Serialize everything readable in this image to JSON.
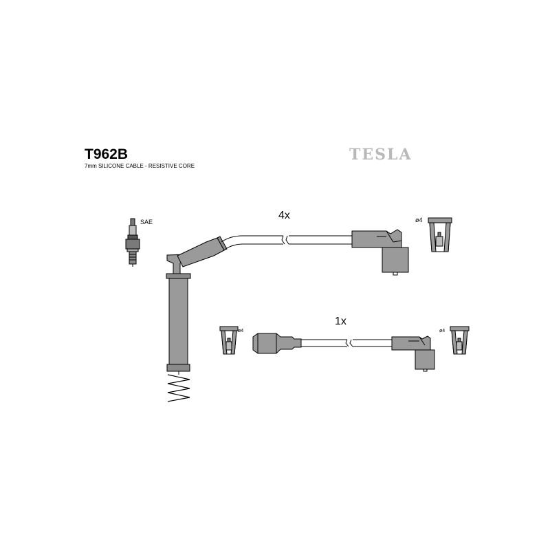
{
  "header": {
    "part_number": "T962B",
    "description": "7mm SILICONE CABLE - RESISTIVE CORE",
    "brand": "TESLA"
  },
  "labels": {
    "spark_plug_type": "SAE",
    "set_a_quantity": "4x",
    "set_b_quantity": "1x",
    "terminal_a_diameter": "ø4",
    "terminal_b_left_diameter": "ø4",
    "terminal_b_right_diameter": "ø4"
  },
  "colors": {
    "part_fill": "#9a9a9a",
    "part_dark": "#6e6e6e",
    "brand_grey": "#b8b8b8"
  }
}
